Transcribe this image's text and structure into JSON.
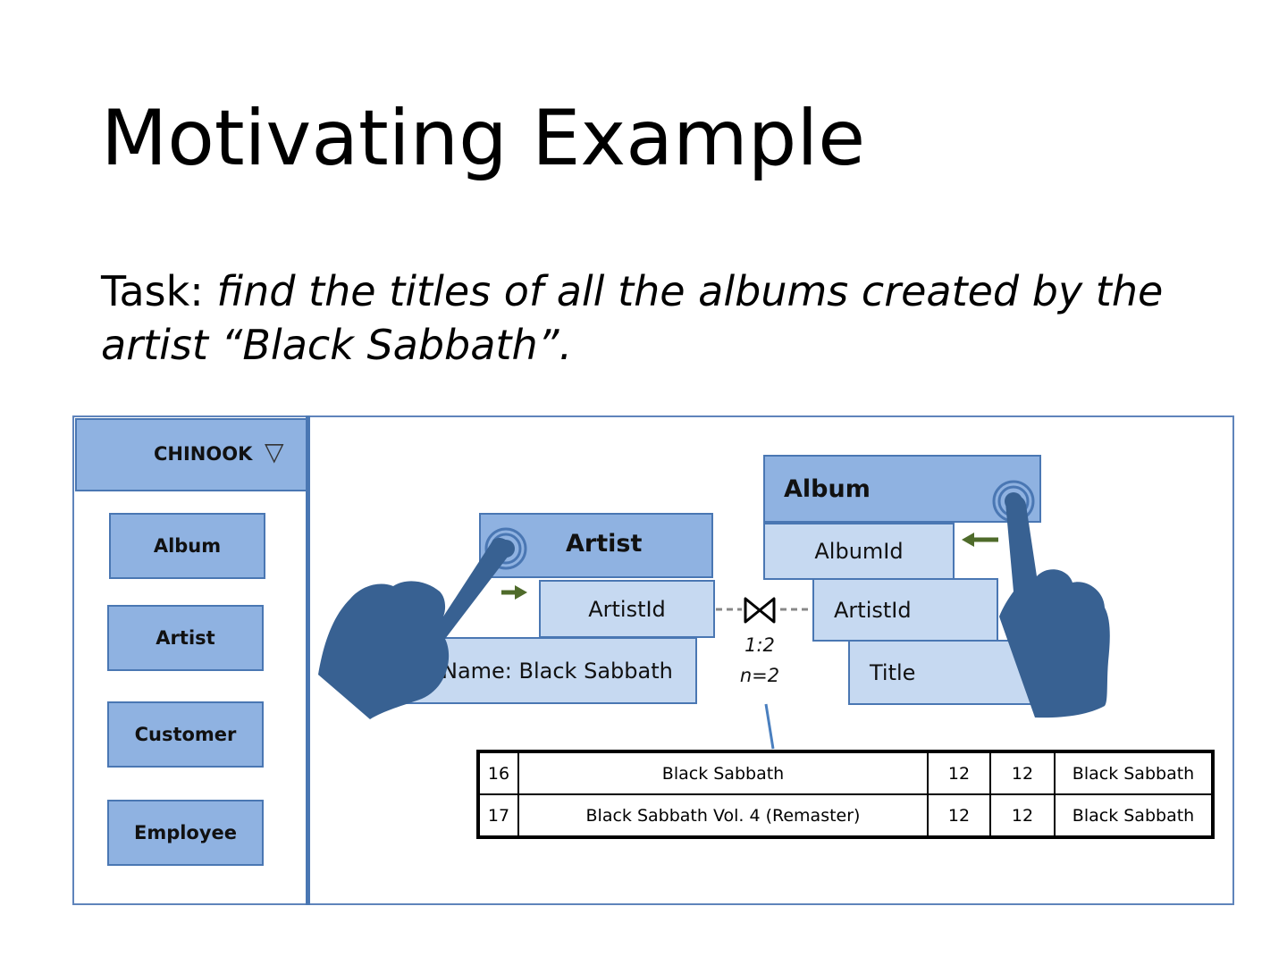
{
  "slide": {
    "title": "Motivating Example",
    "task_prefix": "Task: ",
    "task_text": "find the titles of all the albums created by the artist “Black Sabbath”."
  },
  "sidebar": {
    "database": "CHINOOK",
    "dropdown_icon": "triangle-down-icon",
    "tables": [
      "Album",
      "Artist",
      "Customer",
      "Employee"
    ]
  },
  "canvas": {
    "artist_table": {
      "title": "Artist",
      "fields": [
        "ArtistId",
        "Name: Black Sabbath"
      ]
    },
    "album_table": {
      "title": "Album",
      "fields": [
        "AlbumId",
        "ArtistId",
        "Title"
      ]
    },
    "join": {
      "symbol": "⋈",
      "ratio": "1:2",
      "count": "n=2"
    },
    "colors": {
      "header": "#8fb2e1",
      "field": "#c6d9f1",
      "border": "#4a77b3",
      "hand": "#386192",
      "arrow": "#4f6b2a"
    }
  },
  "result": {
    "rows": [
      [
        "16",
        "Black Sabbath",
        "12",
        "12",
        "Black Sabbath"
      ],
      [
        "17",
        "Black Sabbath Vol. 4  (Remaster)",
        "12",
        "12",
        "Black Sabbath"
      ]
    ]
  }
}
